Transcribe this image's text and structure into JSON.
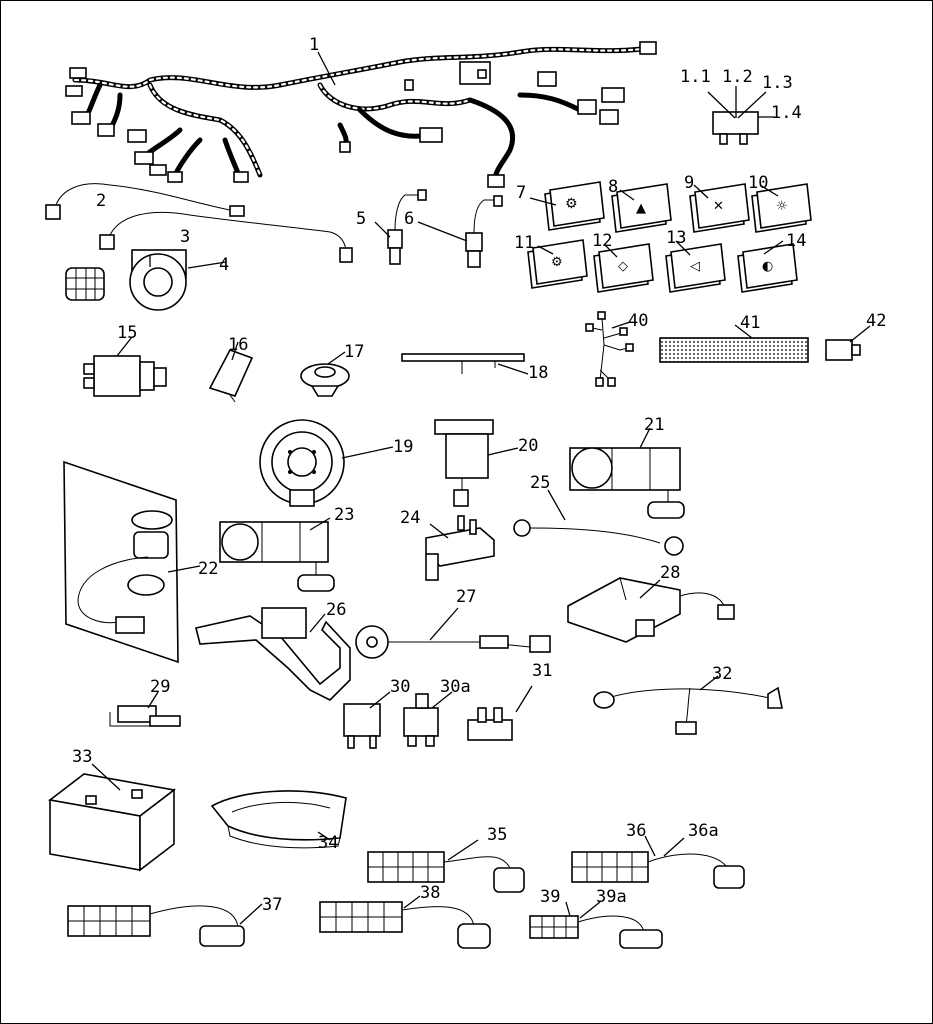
{
  "diagram": {
    "callouts": [
      {
        "id": "c1",
        "text": "1"
      },
      {
        "id": "c1_1",
        "text": "1.1"
      },
      {
        "id": "c1_2",
        "text": "1.2"
      },
      {
        "id": "c1_3",
        "text": "1.3"
      },
      {
        "id": "c1_4",
        "text": "1.4"
      },
      {
        "id": "c2",
        "text": "2"
      },
      {
        "id": "c3",
        "text": "3"
      },
      {
        "id": "c4",
        "text": "4"
      },
      {
        "id": "c5",
        "text": "5"
      },
      {
        "id": "c6",
        "text": "6"
      },
      {
        "id": "c7",
        "text": "7"
      },
      {
        "id": "c8",
        "text": "8"
      },
      {
        "id": "c9",
        "text": "9"
      },
      {
        "id": "c10",
        "text": "10"
      },
      {
        "id": "c11",
        "text": "11"
      },
      {
        "id": "c12",
        "text": "12"
      },
      {
        "id": "c13",
        "text": "13"
      },
      {
        "id": "c14",
        "text": "14"
      },
      {
        "id": "c15",
        "text": "15"
      },
      {
        "id": "c16",
        "text": "16"
      },
      {
        "id": "c17",
        "text": "17"
      },
      {
        "id": "c18",
        "text": "18"
      },
      {
        "id": "c19",
        "text": "19"
      },
      {
        "id": "c20",
        "text": "20"
      },
      {
        "id": "c21",
        "text": "21"
      },
      {
        "id": "c22",
        "text": "22"
      },
      {
        "id": "c23",
        "text": "23"
      },
      {
        "id": "c24",
        "text": "24"
      },
      {
        "id": "c25",
        "text": "25"
      },
      {
        "id": "c26",
        "text": "26"
      },
      {
        "id": "c27",
        "text": "27"
      },
      {
        "id": "c28",
        "text": "28"
      },
      {
        "id": "c29",
        "text": "29"
      },
      {
        "id": "c30",
        "text": "30"
      },
      {
        "id": "c30a",
        "text": "30a"
      },
      {
        "id": "c31",
        "text": "31"
      },
      {
        "id": "c32",
        "text": "32"
      },
      {
        "id": "c33",
        "text": "33"
      },
      {
        "id": "c34",
        "text": "34"
      },
      {
        "id": "c35",
        "text": "35"
      },
      {
        "id": "c36",
        "text": "36"
      },
      {
        "id": "c36a",
        "text": "36a"
      },
      {
        "id": "c37",
        "text": "37"
      },
      {
        "id": "c38",
        "text": "38"
      },
      {
        "id": "c39",
        "text": "39"
      },
      {
        "id": "c39a",
        "text": "39a"
      },
      {
        "id": "c40",
        "text": "40"
      },
      {
        "id": "c41",
        "text": "41"
      },
      {
        "id": "c42",
        "text": "42"
      }
    ]
  }
}
